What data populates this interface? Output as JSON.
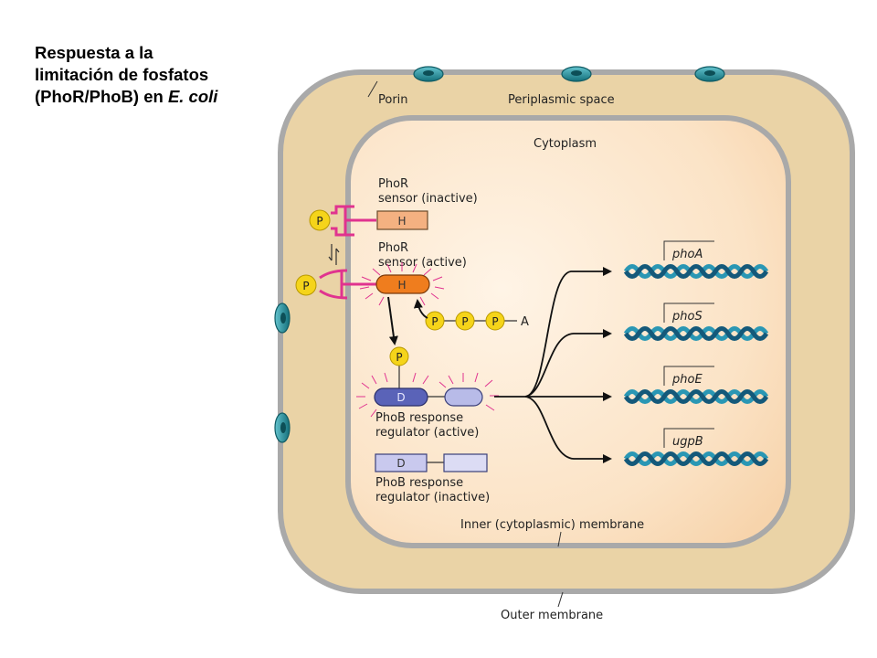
{
  "title": {
    "line1": "Respuesta a la",
    "line2": "limitación de fosfatos",
    "line3_prefix": "(PhoR/PhoB) en ",
    "line3_italic": "E. coli"
  },
  "labels": {
    "porin": "Porin",
    "periplasmic_space": "Periplasmic space",
    "cytoplasm": "Cytoplasm",
    "phor_inactive_line1": "PhoR",
    "phor_inactive_line2": "sensor (inactive)",
    "phor_active_line1": "PhoR",
    "phor_active_line2": "sensor (active)",
    "phob_active_line1": "PhoB response",
    "phob_active_line2": "regulator (active)",
    "phob_inactive_line1": "PhoB response",
    "phob_inactive_line2": "regulator (inactive)",
    "inner_membrane": "Inner (cytoplasmic) membrane",
    "outer_membrane": "Outer membrane"
  },
  "domains": {
    "histidine": "H",
    "aspartate": "D",
    "phosphate": "P",
    "adenosine": "A"
  },
  "genes": [
    "phoA",
    "phoS",
    "phoE",
    "ugpB"
  ],
  "colors": {
    "outer_cell": "#ead3a6",
    "cytoplasm_light": "#fdeedb",
    "cytoplasm_dark": "#f9d9b5",
    "membrane_edge": "#9a9a9a",
    "porin": "#1f8e9a",
    "phosphate": "#f5d41a",
    "receptor": "#e0338f",
    "sensor_inactive": "#f4b181",
    "sensor_active": "#ef7d1e",
    "regulator_active": "#5a63b8",
    "regulator_inactive": "#c9c9ee",
    "dna": "#2a97b4"
  }
}
